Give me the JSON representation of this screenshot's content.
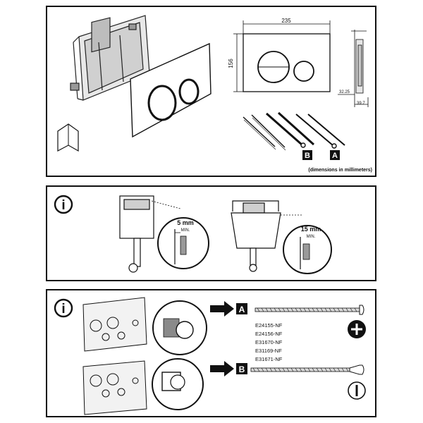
{
  "panel1": {
    "dim_width": "235",
    "dim_height": "156",
    "dim_side_a": "32.25",
    "dim_side_b": "39.7",
    "label_b": "B",
    "label_a": "A",
    "note": "(dimensions in millimeters)"
  },
  "panel2": {
    "info_glyph": "i",
    "clearance_left_value": "5 mm",
    "clearance_left_min": "MIN.",
    "clearance_right_value": "15 mm",
    "clearance_right_min": "MIN."
  },
  "panel3": {
    "info_glyph": "i",
    "label_a": "A",
    "label_b": "B",
    "part_numbers": [
      "E24155-NF",
      "E24156-NF",
      "E31670-NF",
      "E31169-NF",
      "E31671-NF"
    ],
    "screw_a_head": "phillips",
    "screw_b_head": "slotted"
  }
}
